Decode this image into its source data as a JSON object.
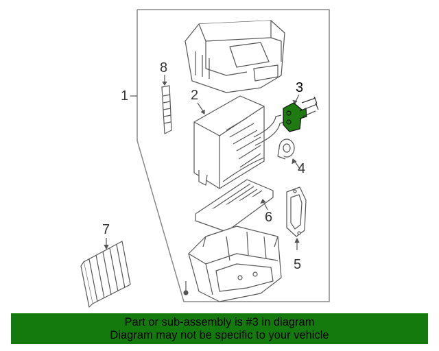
{
  "callouts": {
    "c1": "1",
    "c2": "2",
    "c3": "3",
    "c4": "4",
    "c5": "5",
    "c6": "6",
    "c7": "7",
    "c8": "8"
  },
  "banner": {
    "line1": "Part or sub-assembly is #3 in diagram",
    "line2": "Diagram may not be specific to your vehicle"
  },
  "colors": {
    "highlight_part": "#1f7a12",
    "banner_bg": "#157a0d",
    "line": "#555555"
  }
}
